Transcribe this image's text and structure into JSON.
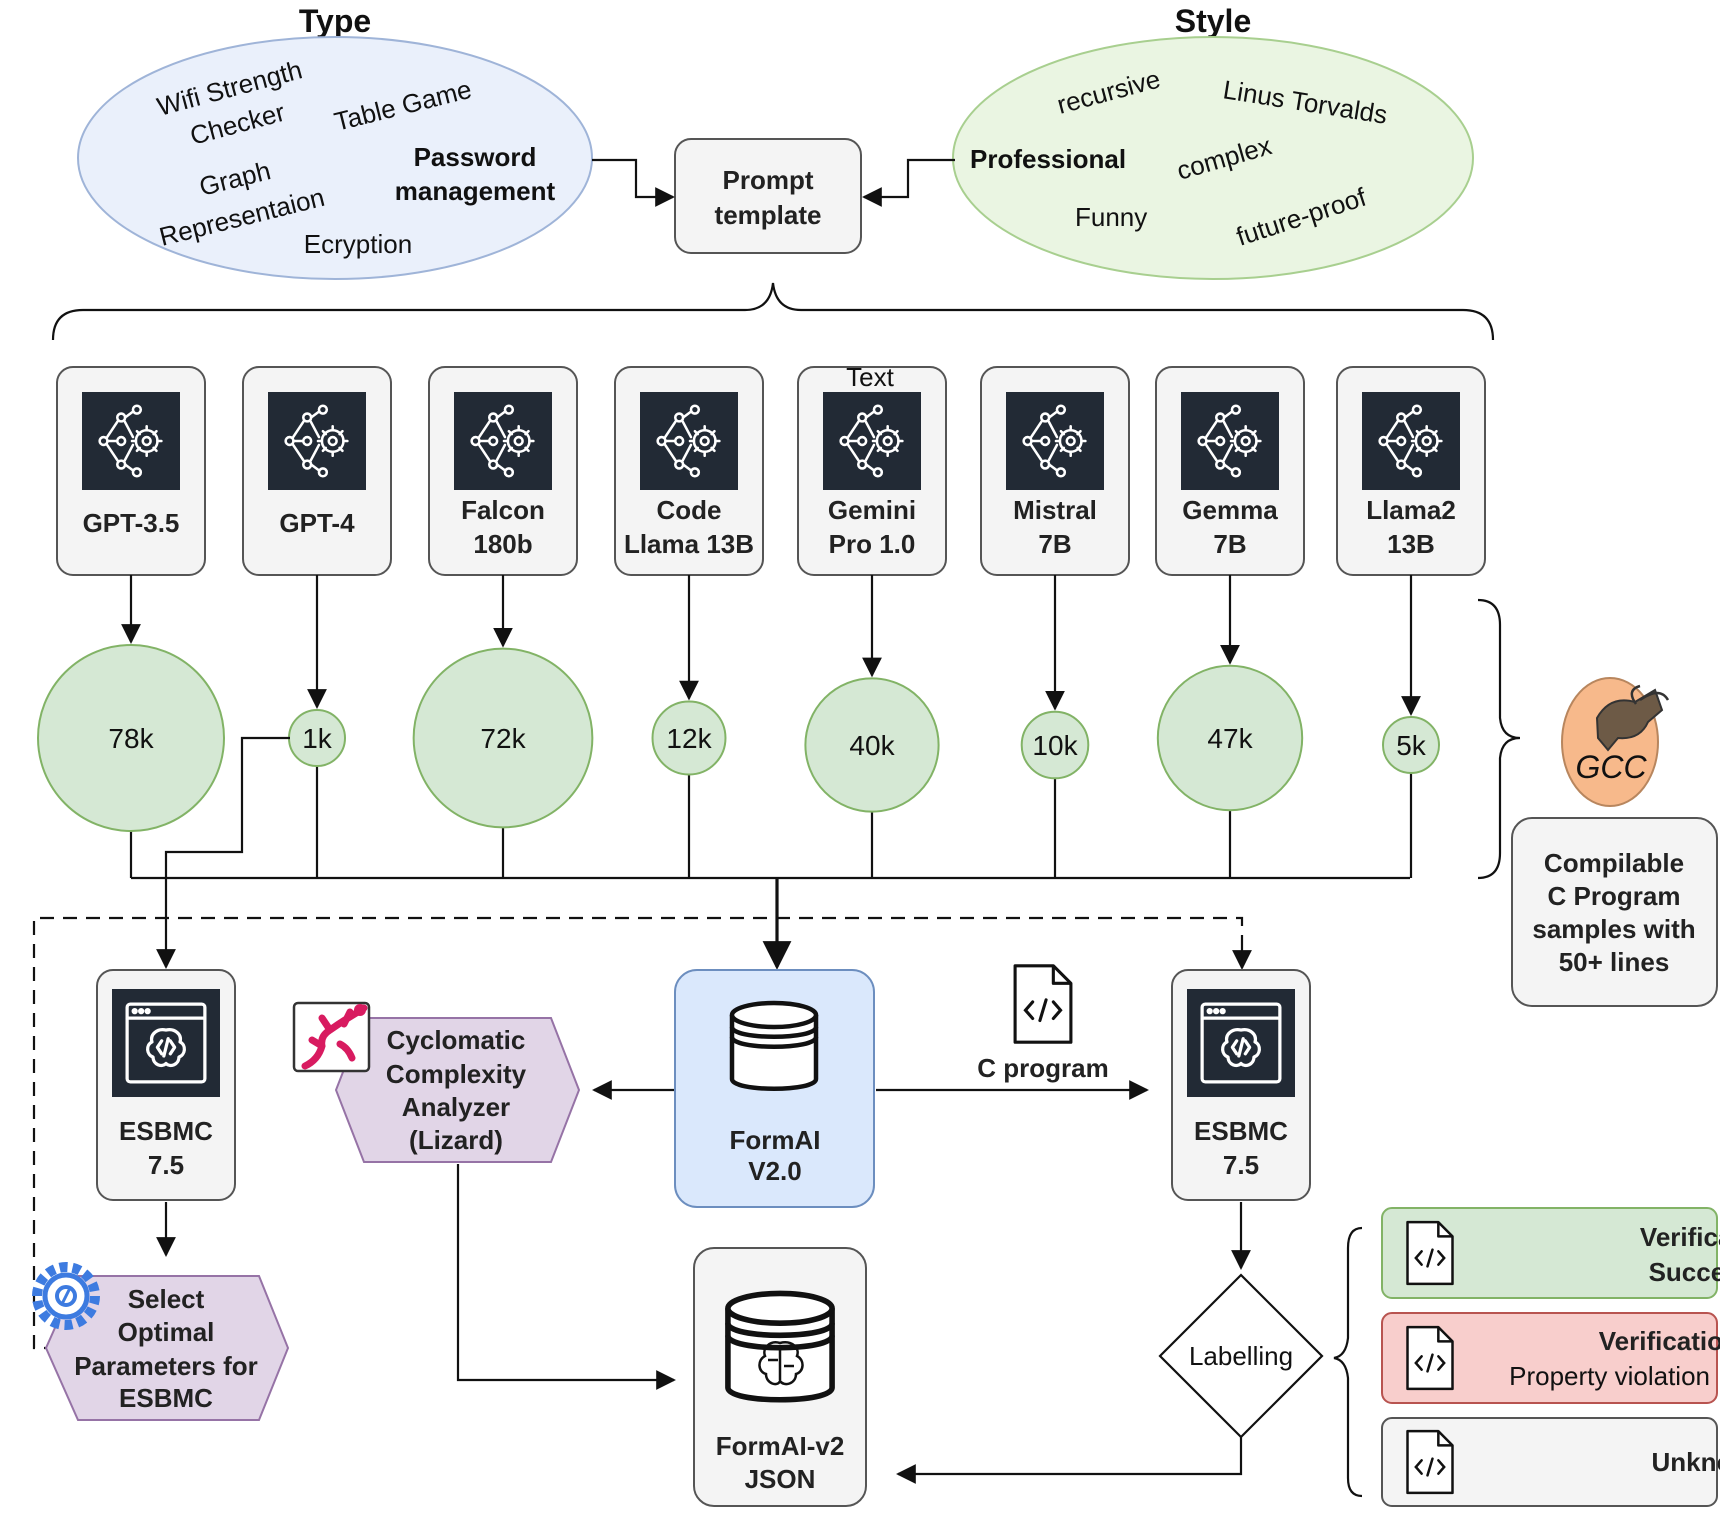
{
  "headings": {
    "type": "Type",
    "style": "Style"
  },
  "type_words": {
    "wifi_1": "Wifi Strength",
    "wifi_2": "Checker",
    "table_game": "Table Game",
    "graph_1": "Graph",
    "graph_2": "Representaion",
    "password_1": "Password",
    "password_2": "management",
    "ecryption": "Ecryption"
  },
  "style_words": {
    "recursive": "recursive",
    "linus": "Linus Torvalds",
    "professional": "Professional",
    "complex": "complex",
    "funny": "Funny",
    "future_proof": "future-proof"
  },
  "prompt_template": {
    "line1": "Prompt",
    "line2": "template"
  },
  "models": [
    {
      "line1": "GPT-3.5",
      "line2": ""
    },
    {
      "line1": "GPT-4",
      "line2": ""
    },
    {
      "line1": "Falcon",
      "line2": "180b"
    },
    {
      "line1": "Code",
      "line2": "Llama 13B"
    },
    {
      "line1": "Gemini",
      "line2": "Pro 1.0"
    },
    {
      "line1": "Mistral",
      "line2": "7B"
    },
    {
      "line1": "Gemma",
      "line2": "7B"
    },
    {
      "line1": "Llama2",
      "line2": "13B"
    }
  ],
  "model_extra_text": "Text",
  "sample_counts": [
    "78k",
    "1k",
    "72k",
    "12k",
    "40k",
    "10k",
    "47k",
    "5k"
  ],
  "chart_data": {
    "type": "scatter",
    "categories": [
      "GPT-3.5",
      "GPT-4",
      "Falcon 180b",
      "Code Llama 13B",
      "Gemini Pro 1.0",
      "Mistral 7B",
      "Gemma 7B",
      "Llama2 13B"
    ],
    "values": [
      78000,
      1000,
      72000,
      12000,
      40000,
      10000,
      47000,
      5000
    ]
  },
  "gcc": {
    "label": "GCC"
  },
  "compilable": {
    "line1": "Compilable",
    "line2": "C Program",
    "line3": "samples with",
    "line4": "50+ lines"
  },
  "esbmc_left": {
    "line1": "ESBMC",
    "line2": "7.5"
  },
  "esbmc_right": {
    "line1": "ESBMC",
    "line2": "7.5"
  },
  "lizard": {
    "line1": "Cyclomatic",
    "line2": "Complexity",
    "line3": "Analyzer",
    "line4": "(Lizard)"
  },
  "formai": {
    "line1": "FormAI",
    "line2": "V2.0"
  },
  "c_program": "C program",
  "select_params": {
    "line1": "Select",
    "line2": "Optimal",
    "line3": "Parameters for",
    "line4": "ESBMC"
  },
  "json_box": {
    "line1": "FormAI-v2",
    "line2": "JSON"
  },
  "labelling": "Labelling",
  "outcomes": {
    "success_1": "Verification",
    "success_2": "Succesful",
    "failed_1": "Verification Failed",
    "failed_2": "Property violation",
    "unknown": "Unknown"
  },
  "colors": {
    "type_fill": "#eaf0fb",
    "type_stroke": "#9fb4d8",
    "style_fill": "#eaf5e2",
    "style_stroke": "#a8cf8f",
    "box_fill": "#f4f4f4",
    "box_stroke": "#555555",
    "icon_bg": "#222a35",
    "circle_fill": "#d5e8d4",
    "circle_stroke": "#82b366",
    "formai_fill": "#dae8fc",
    "formai_stroke": "#6c8ebf",
    "purple_fill": "#e1d5e7",
    "purple_stroke": "#9673a6",
    "green_fill": "#d5e8d4",
    "red_fill": "#f8cecc",
    "red_stroke": "#b85450",
    "gcc_fill": "#f7b98b",
    "lizard": "#d81b60",
    "gear": "#3d7be0"
  }
}
